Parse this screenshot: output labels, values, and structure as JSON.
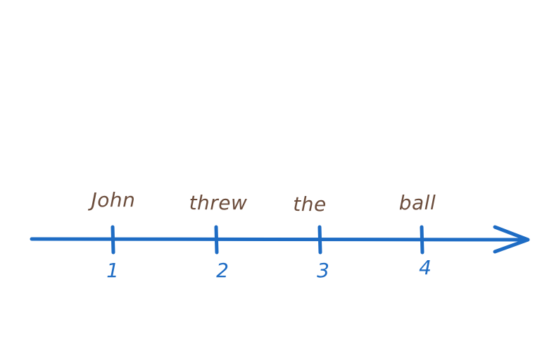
{
  "colors": {
    "axis": "#1e6cc4",
    "word": "#6b4c3b",
    "number": "#1e6cc4",
    "background": "#ffffff"
  },
  "timeline": {
    "ticks": [
      {
        "word": "John",
        "number": "1"
      },
      {
        "word": "threw",
        "number": "2"
      },
      {
        "word": "the",
        "number": "3"
      },
      {
        "word": "ball",
        "number": "4"
      }
    ]
  }
}
